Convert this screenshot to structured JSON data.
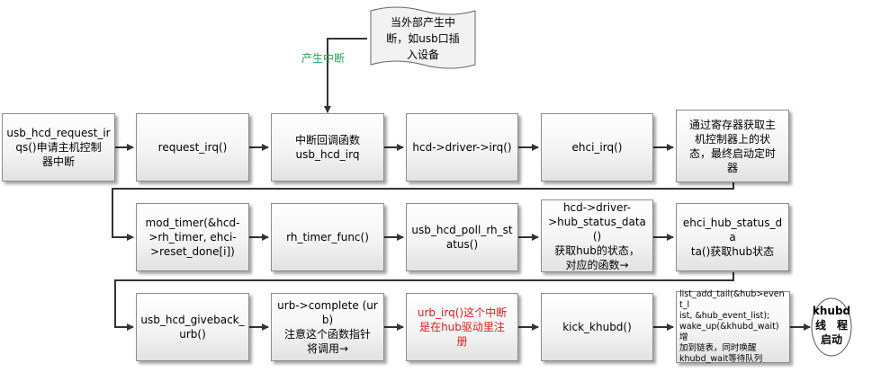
{
  "event_label": "产生中断",
  "trigger": "当外部产生中\n断，如usb口插\n入设备",
  "row1": [
    "usb_hcd_request_ir\nqs()申请主机控制\n器中断",
    "request_irq()",
    "中断回调函数\nusb_hcd_irq",
    "hcd->driver->irq()",
    "ehci_irq()",
    "通过寄存器获取主\n机控制器上的状\n态，最终启动定时\n器"
  ],
  "row2": [
    "mod_timer(&hcd-\n>rh_timer, ehci-\n>reset_done[i])",
    "rh_timer_func()",
    "usb_hcd_poll_rh_st\natus()",
    "hcd->driver-\n>hub_status_data()\n获取hub的状态，\n对应的函数→",
    "ehci_hub_status_da\nta()获取hub状态"
  ],
  "row3": [
    "usb_hcd_giveback_\nurb()",
    "urb->complete (urb)\n注意这个函数指针\n将调用→",
    "urb_irq()这个中断\n是在hub驱动里注\n册",
    "kick_khubd()",
    "list_add_tail(&hub>event_l\nist, &hub_event_list);\nwake_up(&khubd_wait) 增\n加到链表，同时唤醒\nkhubd_wait等待队列"
  ],
  "end": "khubd\n线　程\n启动",
  "colors": {
    "arrow": "#333333",
    "highlight_text": "#e01b1b",
    "label_green": "#2aa35a"
  }
}
